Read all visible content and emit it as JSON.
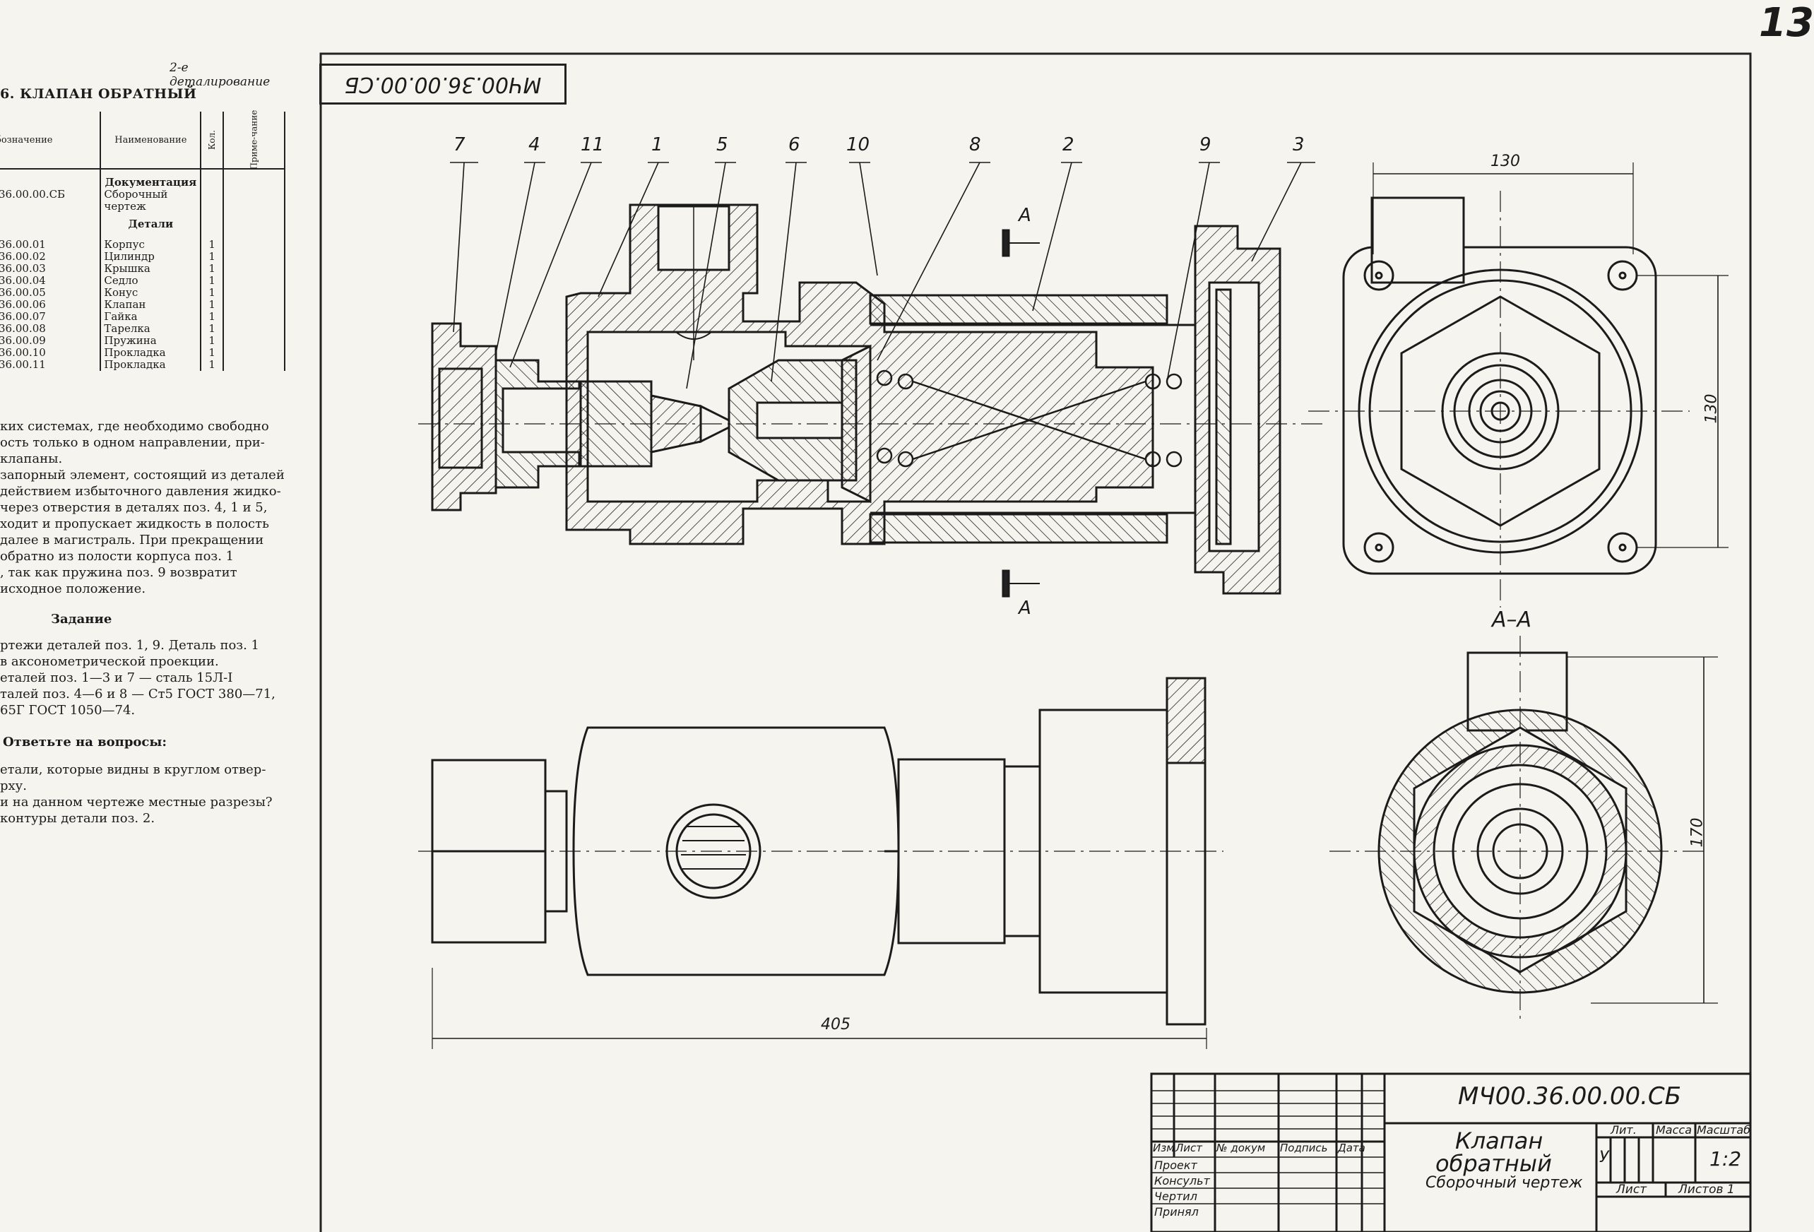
{
  "left_panel": {
    "header_right": "2-е деталирование",
    "section_title": "6. КЛАПАН ОБРАТНЫЙ",
    "table_headers": {
      "designation": "бозначение",
      "name": "Наименование",
      "qty": "Кол.",
      "note": "Приме-чание"
    },
    "doc_group": "Документация",
    "doc_row": {
      "code": "36.00.00.СБ",
      "name": "Сборочный чертеж"
    },
    "parts_group": "Детали",
    "parts": [
      {
        "code": "36.00.01",
        "name": "Корпус",
        "qty": "1"
      },
      {
        "code": "36.00.02",
        "name": "Цилиндр",
        "qty": "1"
      },
      {
        "code": "36.00.03",
        "name": "Крышка",
        "qty": "1"
      },
      {
        "code": "36.00.04",
        "name": "Седло",
        "qty": "1"
      },
      {
        "code": "36.00.05",
        "name": "Конус",
        "qty": "1"
      },
      {
        "code": "36.00.06",
        "name": "Клапан",
        "qty": "1"
      },
      {
        "code": "36.00.07",
        "name": "Гайка",
        "qty": "1"
      },
      {
        "code": "36.00.08",
        "name": "Тарелка",
        "qty": "1"
      },
      {
        "code": "36.00.09",
        "name": "Пружина",
        "qty": "1"
      },
      {
        "code": "36.00.10",
        "name": "Прокладка",
        "qty": "1"
      },
      {
        "code": "36.00.11",
        "name": "Прокладка",
        "qty": "1"
      }
    ],
    "description": [
      "ких системах, где необходимо свободно",
      "ость только в одном направлении, при-",
      "клапаны.",
      "запорный элемент, состоящий из деталей",
      "действием избыточного давления жидко-",
      "через отверстия в деталях поз. 4, 1 и 5,",
      "ходит и пропускает жидкость в полость",
      "далее в магистраль. При прекращении",
      "обратно из полости корпуса поз. 1",
      ", так как пружина поз. 9 возвратит",
      "исходное положение."
    ],
    "task_heading": "Задание",
    "task_lines": [
      "ртежи деталей поз. 1, 9. Деталь поз. 1",
      "в аксонометрической проекции.",
      "еталей поз. 1—3 и 7 — сталь 15Л-I",
      "талей поз. 4—6 и 8 — Ст5 ГОСТ 380—71,",
      "65Г ГОСТ 1050—74."
    ],
    "questions_heading": "Ответьте на вопросы:",
    "question_lines": [
      "етали, которые видны в круглом отвер-",
      "рху.",
      "и на данном чертеже местные разрезы?",
      "контуры детали поз. 2."
    ]
  },
  "page_number": "13",
  "drawing": {
    "code_mirrored": "МЧ00.36.00.00.СБ",
    "callouts": [
      "7",
      "4",
      "11",
      "1",
      "5",
      "6",
      "10",
      "8",
      "2",
      "9",
      "3"
    ],
    "section_marker": "А",
    "section_title": "А–А",
    "dimensions": {
      "top_width": "130",
      "top_height": "130",
      "section_height": "170",
      "overall_length": "405"
    }
  },
  "title_block": {
    "code": "МЧ00.36.00.00.СБ",
    "name_line1": "Клапан",
    "name_line2": "обратный",
    "subtitle": "Сборочный чертеж",
    "col_headers": [
      "Изм",
      "Лист",
      "№ докум",
      "Подпись",
      "Дата"
    ],
    "roles": [
      "Проект",
      "Консульт",
      "Чертил",
      "Принял"
    ],
    "lit_label": "Лит.",
    "mass_label": "Масса",
    "scale_label": "Масштаб",
    "lit_value": "У",
    "scale_value": "1:2",
    "sheet_label": "Лист",
    "sheets_label": "Листов 1"
  }
}
